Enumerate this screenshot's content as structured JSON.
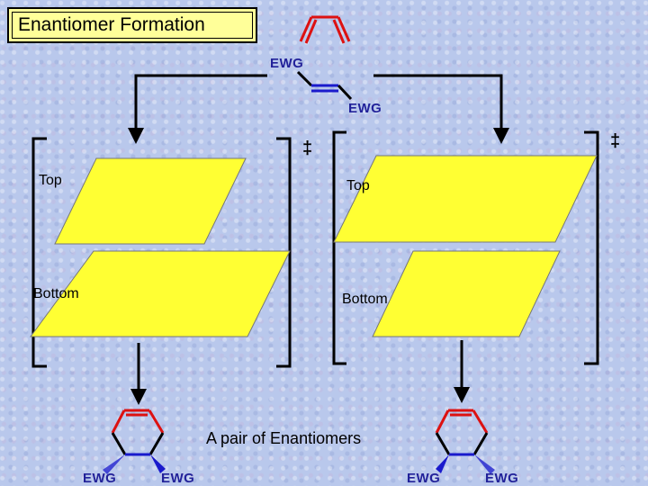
{
  "title": "Enantiomer Formation",
  "reactant": {
    "ewg_upper": "EWG",
    "ewg_lower": "EWG"
  },
  "left_panel": {
    "top_label": "Top",
    "bottom_label": "Bottom",
    "ts_symbol": "‡"
  },
  "right_panel": {
    "top_label": "Top",
    "bottom_label": "Bottom",
    "ts_symbol": "‡"
  },
  "caption": "A pair of Enantiomers",
  "products": {
    "left": {
      "ewg_left": "EWG",
      "ewg_right": "EWG"
    },
    "right": {
      "ewg_left": "EWG",
      "ewg_right": "EWG"
    }
  },
  "colors": {
    "plane_fill": "#ffff33",
    "bond_red": "#dd1111",
    "bond_blue": "#1a1acc",
    "label_blue": "#22229a",
    "title_bg": "#ffff99"
  }
}
